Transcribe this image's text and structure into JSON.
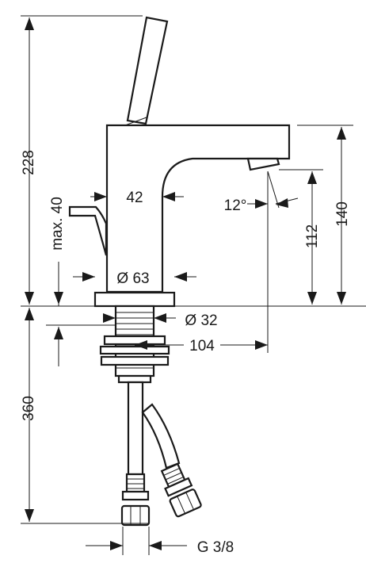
{
  "dimensions": {
    "total_height": "228",
    "max_lever": "max. 40",
    "body_width": "42",
    "angle": "12°",
    "spout_height": "112",
    "outlet_height": "140",
    "base_diameter": "Ø 63",
    "shank_diameter": "Ø 32",
    "projection": "104",
    "hose_length": "360",
    "thread": "G 3/8"
  },
  "colors": {
    "line": "#1a1a1a",
    "background": "#ffffff"
  }
}
